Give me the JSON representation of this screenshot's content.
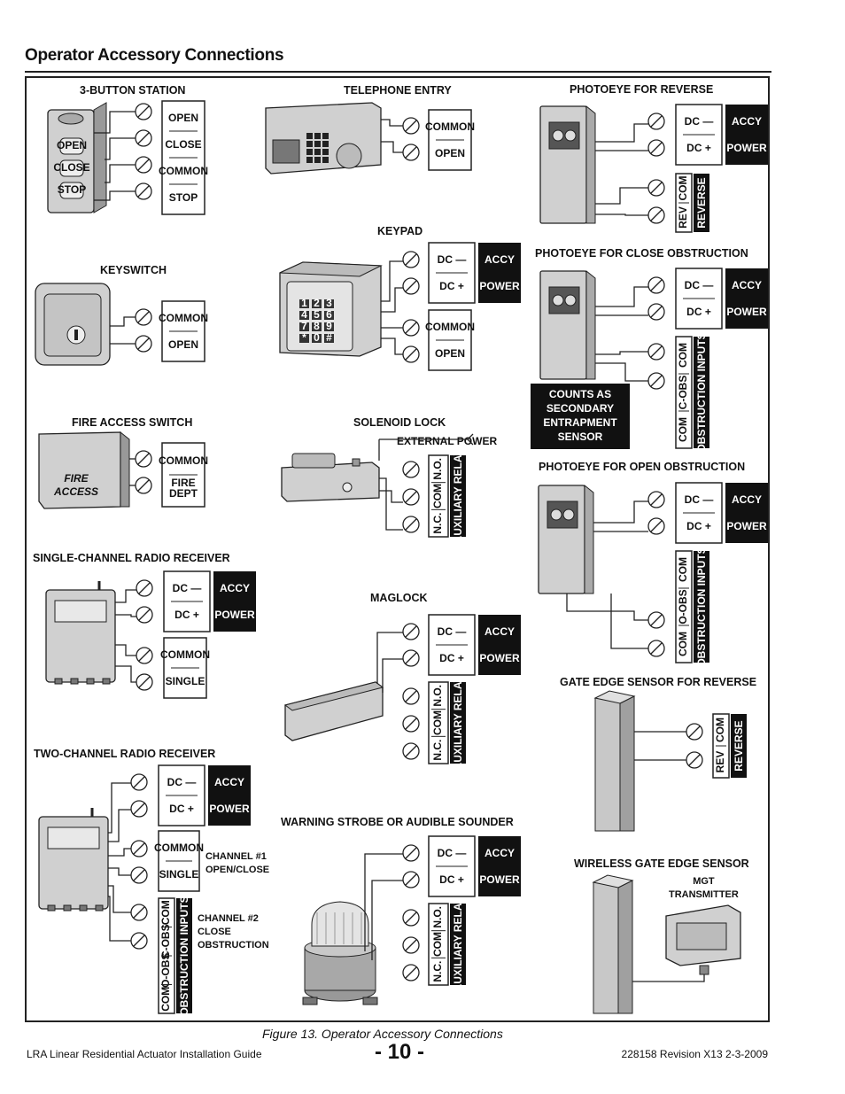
{
  "page_title": "Operator Accessory Connections",
  "caption": "Figure 13. Operator Accessory Connections",
  "footer": {
    "left": "LRA    Linear Residential Actuator Installation Guide",
    "center": "- 10 -",
    "right": "228158 Revision X13 2-3-2009"
  },
  "devices": {
    "button_station": {
      "title": "3-BUTTON STATION",
      "buttons": [
        "OPEN",
        "CLOSE",
        "STOP"
      ],
      "terms": [
        "OPEN",
        "CLOSE",
        "COMMON",
        "STOP"
      ]
    },
    "telephone_entry": {
      "title": "TELEPHONE ENTRY",
      "terms": [
        "COMMON",
        "OPEN"
      ]
    },
    "photoeye_reverse": {
      "title": "PHOTOEYE FOR REVERSE"
    },
    "keypad": {
      "title": "KEYPAD"
    },
    "keyswitch": {
      "title": "KEYSWITCH"
    },
    "photoeye_close": {
      "title": "PHOTOEYE FOR CLOSE OBSTRUCTION",
      "note": "COUNTS AS\nSECONDARY\nENTRAPMENT\nSENSOR"
    },
    "fire_switch": {
      "title": "FIRE ACCESS SWITCH",
      "face": "FIRE\nACCESS",
      "terms": [
        "COMMON",
        "FIRE\nDEPT"
      ]
    },
    "solenoid_lock": {
      "title": "SOLENOID LOCK",
      "power_note": "EXTERNAL POWER"
    },
    "photoeye_open": {
      "title": "PHOTOEYE FOR OPEN OBSTRUCTION"
    },
    "single_radio": {
      "title": "SINGLE-CHANNEL RADIO RECEIVER"
    },
    "maglock": {
      "title": "MAGLOCK"
    },
    "gate_edge": {
      "title": "GATE EDGE SENSOR FOR REVERSE"
    },
    "two_radio": {
      "title": "TWO-CHANNEL RADIO RECEIVER",
      "ch1": "CHANNEL #1\nOPEN/CLOSE",
      "ch2": "CHANNEL #2\nCLOSE\nOBSTRUCTION"
    },
    "strobe": {
      "title": "WARNING STROBE OR AUDIBLE SOUNDER"
    },
    "wireless_edge": {
      "title": "WIRELESS GATE EDGE SENSOR",
      "transmitter": "MGT\nTRANSMITTER"
    }
  },
  "terminal_labels": {
    "common": "COMMON",
    "open": "OPEN",
    "single": "SINGLE",
    "dc_minus": "DC —",
    "dc_plus": "DC +",
    "accy": "ACCY",
    "power": "POWER",
    "rev": "REV",
    "reverse": "REVERSE",
    "com": "COM",
    "c_obs": "C-OBS",
    "o_obs": "O-OBS",
    "obstruction_inputs": "OBSTRUCTION INPUTS",
    "nc": "N.C.",
    "no": "N.O.",
    "aux_relay": "AUXILIARY RELAY"
  },
  "keypad_keys": [
    "1",
    "2",
    "3",
    "4",
    "5",
    "6",
    "7",
    "8",
    "9",
    "*",
    "0",
    "#"
  ]
}
